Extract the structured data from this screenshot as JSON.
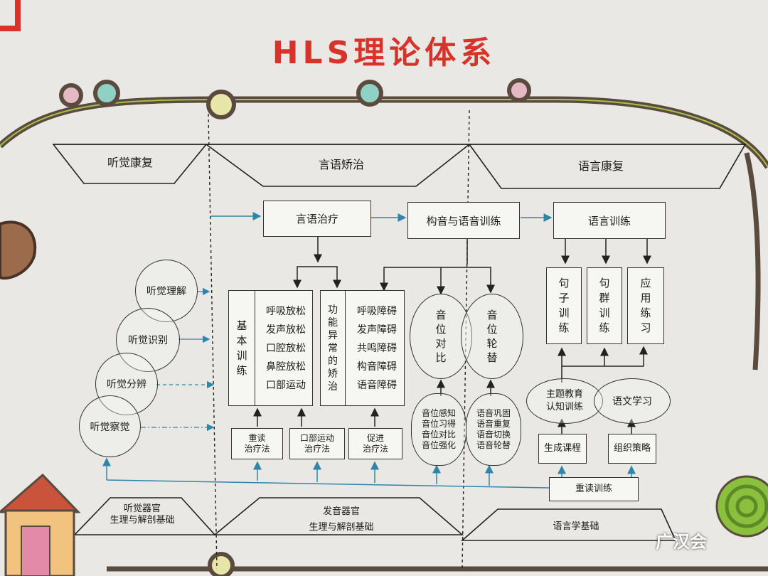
{
  "title": "HLS理论体系",
  "top_headers": {
    "left": "听觉康复",
    "middle": "言语矫治",
    "right": "语言康复"
  },
  "bottom_headers": {
    "left": [
      "听觉器官",
      "生理与解剖基础"
    ],
    "middle": [
      "发音器官",
      "生理与解剖基础"
    ],
    "right": "语言学基础"
  },
  "hearing": {
    "circles": [
      "听觉理解",
      "听觉识别",
      "听觉分辨",
      "听觉察觉"
    ]
  },
  "speech": {
    "speech_therapy": "言语治疗",
    "basic_training": [
      "基",
      "本",
      "训",
      "练"
    ],
    "relaxation": [
      "呼吸放松",
      "发声放松",
      "口腔放松",
      "鼻腔放松",
      "口部运动"
    ],
    "dysfunction": [
      "功",
      "能",
      "异",
      "常",
      "的",
      "矫",
      "治"
    ],
    "disorders": [
      "呼吸障碍",
      "发声障碍",
      "共鸣障碍",
      "构音障碍",
      "语音障碍"
    ],
    "methods": [
      [
        "重读",
        "治疗法"
      ],
      [
        "口部运动",
        "治疗法"
      ],
      [
        "促进",
        "治疗法"
      ]
    ]
  },
  "articulation": {
    "title": "构音与语音训练",
    "contrast": [
      "音",
      "位",
      "对",
      "比"
    ],
    "alternation": [
      "音",
      "位",
      "轮",
      "替"
    ],
    "contrast_steps": [
      "音位感知",
      "音位习得",
      "音位对比",
      "音位强化"
    ],
    "alternation_steps": [
      "语音巩固",
      "语音重复",
      "语音切换",
      "语音轮替"
    ]
  },
  "language": {
    "title": "语言训练",
    "items": [
      [
        "句",
        "子",
        "训",
        "练"
      ],
      [
        "句",
        "群",
        "训",
        "练"
      ],
      [
        "应",
        "用",
        "练",
        "习"
      ]
    ],
    "theme_education": [
      "主题教育",
      "认知训练"
    ],
    "chinese_learning": "语文学习",
    "curriculum": "生成课程",
    "strategy": "组织策略"
  },
  "stress_training": "重读训练",
  "watermark": "广汉会",
  "colors": {
    "title": "#d8332b",
    "arrow_blue": "#2f86a8",
    "track": "#5b4a3e"
  }
}
